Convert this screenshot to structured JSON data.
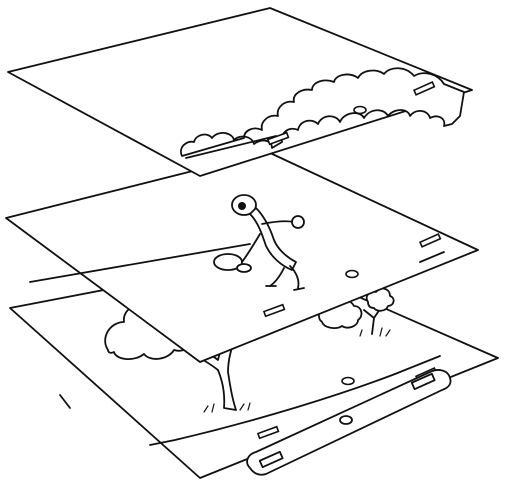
{
  "illustration": {
    "layers": [
      {
        "name": "background-cel",
        "content": "bushes"
      },
      {
        "name": "character-cel",
        "content": "walking-figure"
      },
      {
        "name": "scenery-cel",
        "content": "trees-and-road"
      }
    ],
    "peg_bar": true,
    "colors": {
      "ink": "#111111",
      "paper": "#ffffff"
    }
  }
}
